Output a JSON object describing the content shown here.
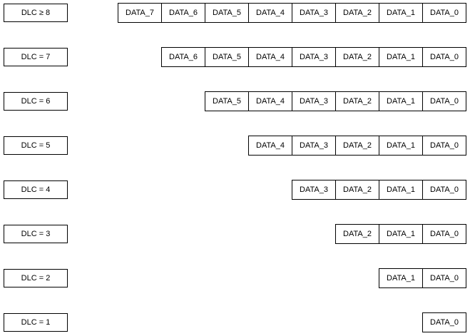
{
  "diagram": {
    "rows": [
      {
        "label": "DLC ≥ 8",
        "bytes": [
          "DATA_7",
          "DATA_6",
          "DATA_5",
          "DATA_4",
          "DATA_3",
          "DATA_2",
          "DATA_1",
          "DATA_0"
        ]
      },
      {
        "label": "DLC = 7",
        "bytes": [
          "DATA_6",
          "DATA_5",
          "DATA_4",
          "DATA_3",
          "DATA_2",
          "DATA_1",
          "DATA_0"
        ]
      },
      {
        "label": "DLC = 6",
        "bytes": [
          "DATA_5",
          "DATA_4",
          "DATA_3",
          "DATA_2",
          "DATA_1",
          "DATA_0"
        ]
      },
      {
        "label": "DLC = 5",
        "bytes": [
          "DATA_4",
          "DATA_3",
          "DATA_2",
          "DATA_1",
          "DATA_0"
        ]
      },
      {
        "label": "DLC = 4",
        "bytes": [
          "DATA_3",
          "DATA_2",
          "DATA_1",
          "DATA_0"
        ]
      },
      {
        "label": "DLC = 3",
        "bytes": [
          "DATA_2",
          "DATA_1",
          "DATA_0"
        ]
      },
      {
        "label": "DLC = 2",
        "bytes": [
          "DATA_1",
          "DATA_0"
        ]
      },
      {
        "label": "DLC = 1",
        "bytes": [
          "DATA_0"
        ]
      }
    ],
    "layout": {
      "row_top_start": 4,
      "row_spacing": 62
    },
    "colors": {
      "border": "#000000",
      "background": "#ffffff",
      "text": "#000000"
    }
  }
}
